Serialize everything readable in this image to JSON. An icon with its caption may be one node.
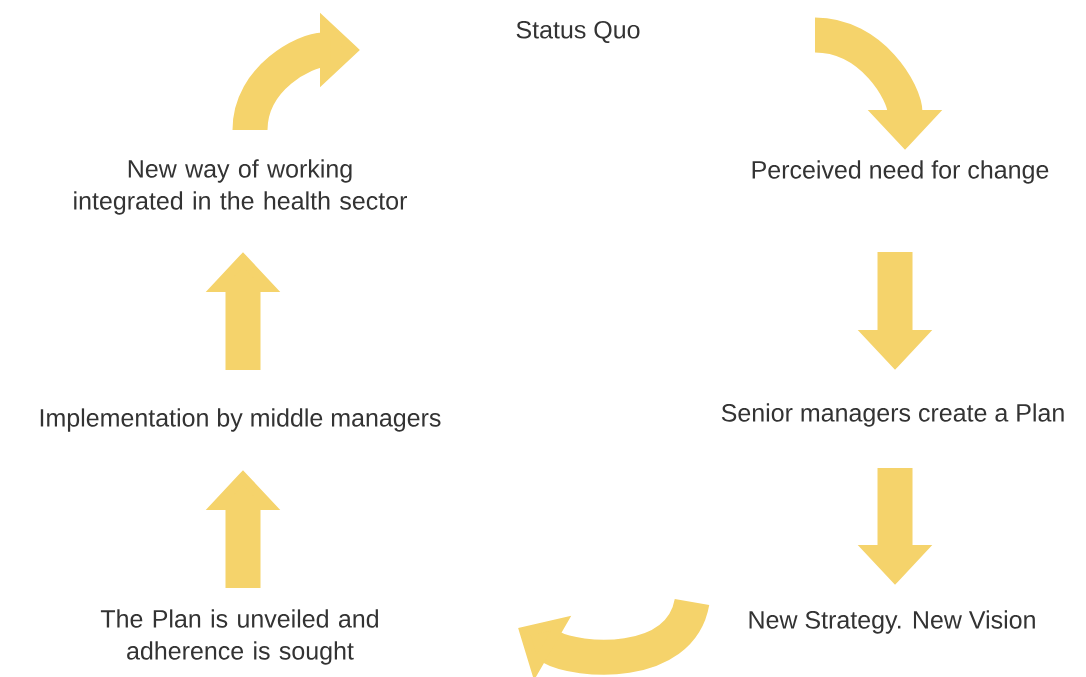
{
  "diagram": {
    "nodes": [
      {
        "text": [
          "Status Quo"
        ]
      },
      {
        "text": [
          "Perceived need for change"
        ]
      },
      {
        "text": [
          "Senior managers create a Plan"
        ]
      },
      {
        "text": [
          "New Strategy. New Vision"
        ]
      },
      {
        "text": [
          "The Plan is unveiled and adherence is sought"
        ]
      },
      {
        "text": [
          "Implementation by middle managers"
        ]
      },
      {
        "text": [
          "New way of working integrated in the health sector"
        ]
      }
    ],
    "edges": [
      {
        "from": null,
        "to": 1,
        "arrow": "to"
      },
      {
        "from": 1,
        "to": 2,
        "arrow": "to"
      },
      {
        "from": 2,
        "to": 3,
        "arrow": "to"
      },
      {
        "from": 3,
        "to": null,
        "arrow": "to"
      },
      {
        "from": 4,
        "to": 5,
        "arrow": "to"
      },
      {
        "from": 5,
        "to": 6,
        "arrow": "to"
      },
      {
        "from": 6,
        "to": null,
        "arrow": "to"
      }
    ]
  }
}
